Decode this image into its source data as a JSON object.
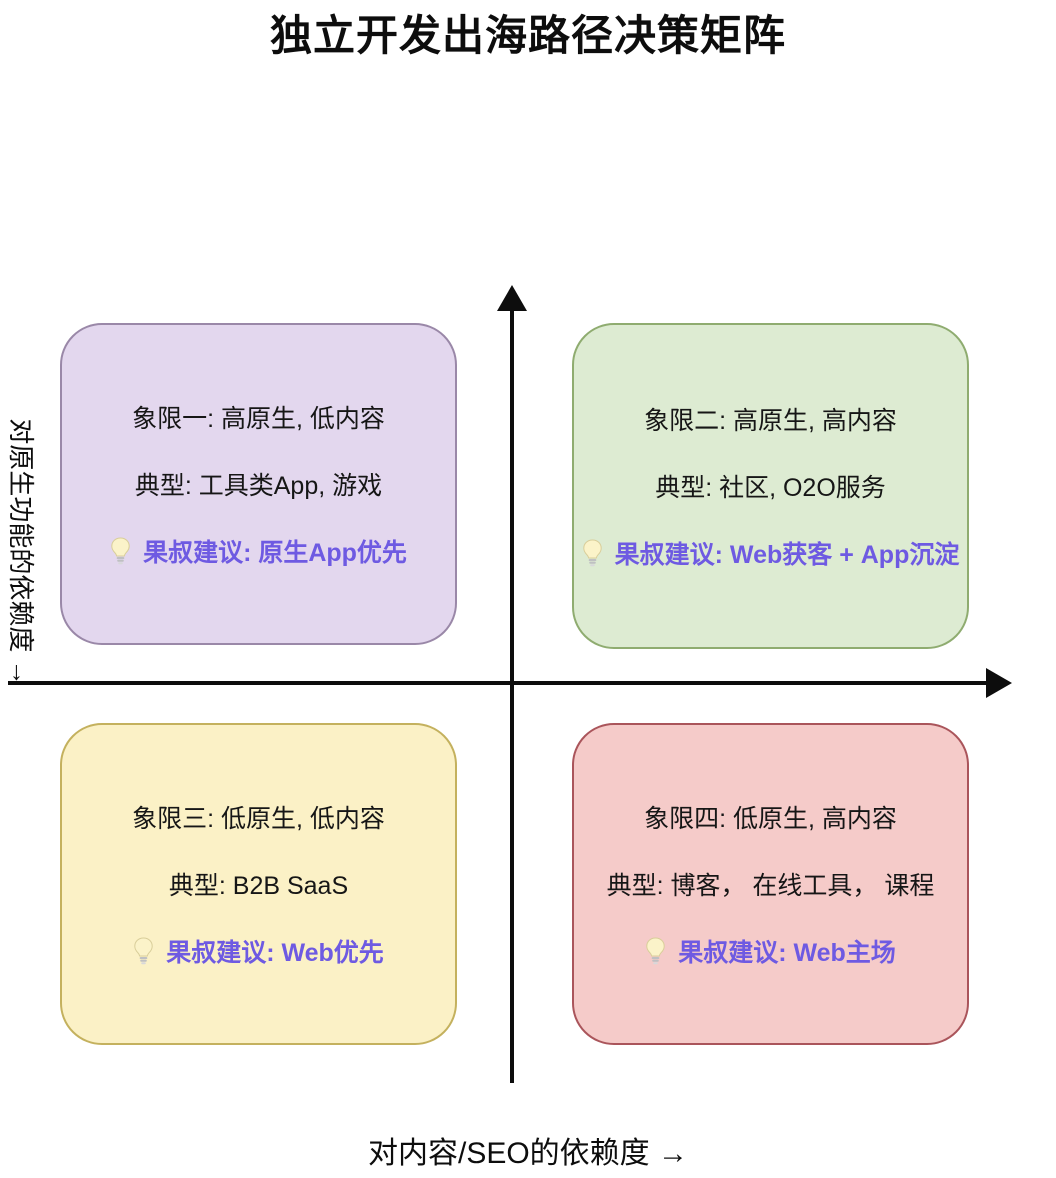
{
  "title": "独立开发出海路径决策矩阵",
  "axes": {
    "y_label": "对原生功能的依赖度 →",
    "x_label": "对内容/SEO的依赖度 →"
  },
  "colors": {
    "axis": "#0d0d0d",
    "advice_text": "#6E5AE2"
  },
  "icons": {
    "advice_bulb": "lightbulb-icon"
  },
  "quadrants": [
    {
      "id": "q1",
      "line1": "象限一: 高原生, 低内容",
      "line2": "典型: 工具类App, 游戏",
      "advice": "果叔建议: 原生App优先",
      "fill": "#E3D7EE",
      "border": "#9A88A8"
    },
    {
      "id": "q2",
      "line1": "象限二: 高原生, 高内容",
      "line2": "典型: 社区, O2O服务",
      "advice": "果叔建议: Web获客 + App沉淀",
      "fill": "#DDEBD2",
      "border": "#8FAC70"
    },
    {
      "id": "q3",
      "line1": "象限三: 低原生, 低内容",
      "line2": "典型: B2B SaaS",
      "advice": "果叔建议: Web优先",
      "fill": "#FBF1C6",
      "border": "#C4B15E"
    },
    {
      "id": "q4",
      "line1": "象限四: 低原生, 高内容",
      "line2": "典型: 博客， 在线工具， 课程",
      "advice": "果叔建议: Web主场",
      "fill": "#F5CBC9",
      "border": "#AA555B"
    }
  ]
}
